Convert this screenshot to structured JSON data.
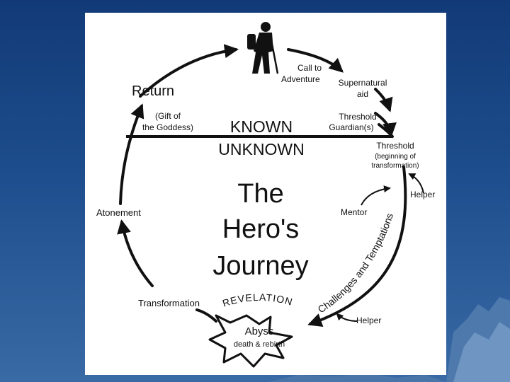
{
  "colors": {
    "background_top": "#123a78",
    "background_bottom": "#3a6aa5",
    "panel": "#ffffff",
    "ink": "#111111"
  },
  "diagram": {
    "title_lines": [
      "The",
      "Hero's",
      "Journey"
    ],
    "known": "KNOWN",
    "unknown": "UNKNOWN",
    "stages": {
      "call_line1": "Call to",
      "call_line2": "Adventure",
      "supernatural_line1": "Supernatural",
      "supernatural_line2": "aid",
      "guardian_line1": "Threshold",
      "guardian_line2": "Guardian(s)",
      "threshold_title": "Threshold",
      "threshold_line2": "(beginning of",
      "threshold_line3": "transformation)",
      "helper_top": "Helper",
      "mentor": "Mentor",
      "challenges": "Challenges and Temptations",
      "helper_bottom": "Helper",
      "abyss": "Abyss",
      "abyss_sub": "death & rebirth",
      "revelation": "REVELATION",
      "transformation": "Transformation",
      "atonement": "Atonement",
      "return": "Return",
      "gift_line1": "(Gift of",
      "gift_line2": "the Goddess)"
    },
    "icons": [
      "hiker-icon",
      "starburst-icon"
    ]
  }
}
